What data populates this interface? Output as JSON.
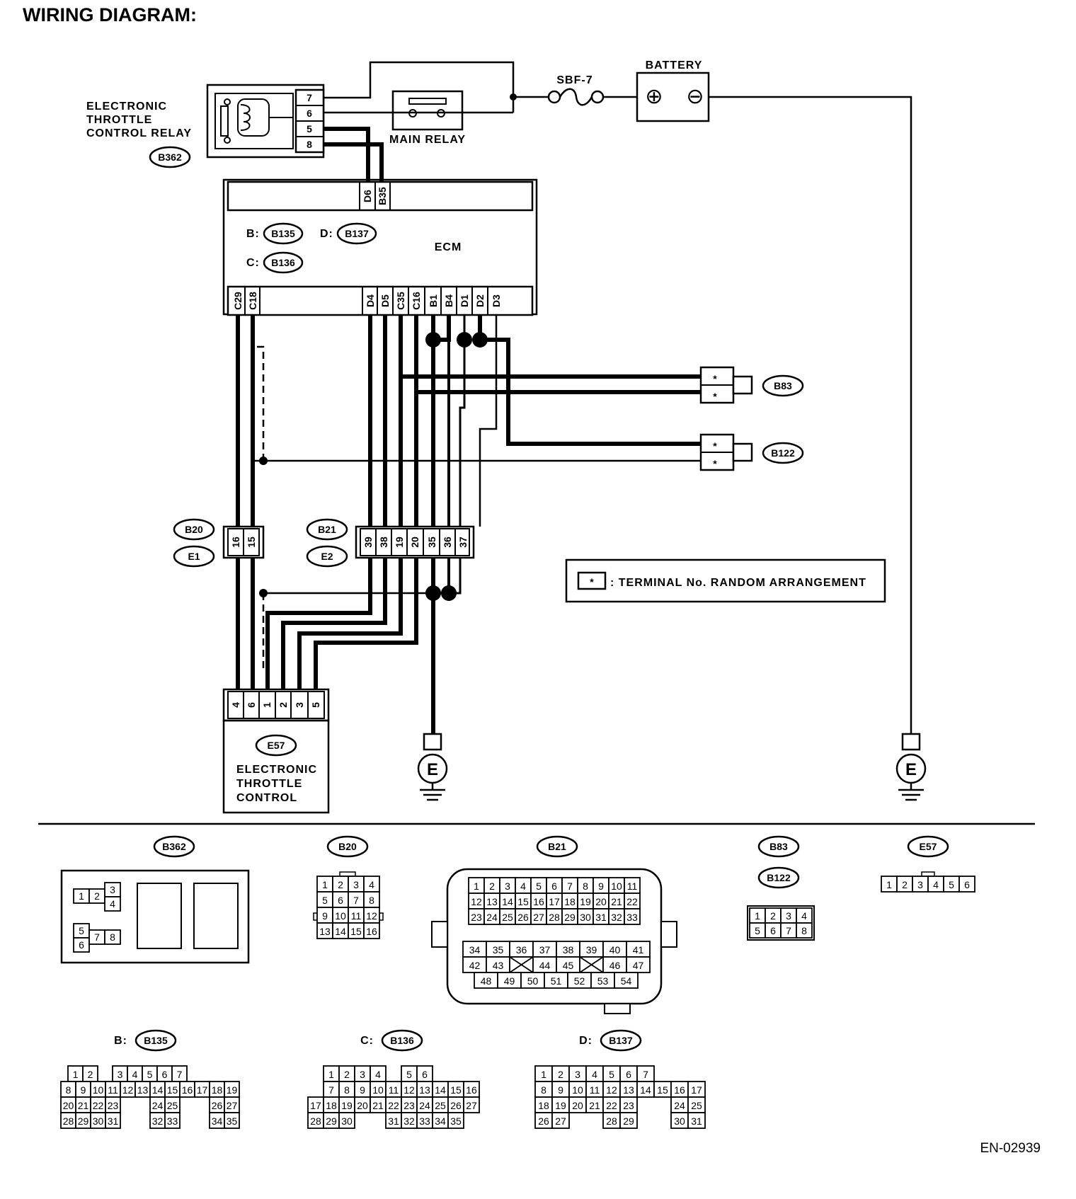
{
  "title": "WIRING DIAGRAM:",
  "figure_id": "EN-02939",
  "components": {
    "throttle_relay": {
      "name_lines": [
        "ELECTRONIC",
        "THROTTLE",
        "CONTROL RELAY"
      ],
      "connector": "B362",
      "pins": [
        "7",
        "6",
        "5",
        "8"
      ]
    },
    "main_relay": "MAIN RELAY",
    "fuse": "SBF-7",
    "battery": {
      "label": "BATTERY",
      "plus": "⊕",
      "minus": "⊖"
    },
    "ecm": {
      "name": "ECM",
      "top_pins": [
        "D6",
        "B35"
      ],
      "bottom_pins": [
        "C29",
        "C18",
        "D4",
        "D5",
        "C35",
        "C16",
        "B1",
        "B4",
        "D1",
        "D2",
        "D3"
      ],
      "connectors": [
        {
          "prefix": "B:",
          "id": "B135"
        },
        {
          "prefix": "D:",
          "id": "B137"
        },
        {
          "prefix": "C:",
          "id": "B136"
        }
      ]
    },
    "b20_e1": {
      "ids": [
        "B20",
        "E1"
      ],
      "pins": [
        "16",
        "15"
      ]
    },
    "b21_e2": {
      "ids": [
        "B21",
        "E2"
      ],
      "pins": [
        "39",
        "38",
        "19",
        "20",
        "35",
        "36",
        "37"
      ]
    },
    "b83": {
      "id": "B83",
      "pins": [
        "*",
        "*"
      ]
    },
    "b122": {
      "id": "B122",
      "pins": [
        "*",
        "*"
      ]
    },
    "throttle": {
      "connector": "E57",
      "name_lines": [
        "ELECTRONIC",
        "THROTTLE",
        "CONTROL"
      ],
      "pins": [
        "4",
        "6",
        "1",
        "2",
        "3",
        "5"
      ]
    },
    "ground": "E",
    "legend": {
      "symbol": "*",
      "text": ": TERMINAL No. RANDOM ARRANGEMENT"
    }
  },
  "connector_views": {
    "b362": {
      "id": "B362",
      "pins": [
        "1",
        "2",
        "3",
        "4",
        "5",
        "6",
        "7",
        "8"
      ]
    },
    "b20": {
      "id": "B20",
      "rows": [
        [
          "1",
          "2",
          "3",
          "4"
        ],
        [
          "5",
          "6",
          "7",
          "8"
        ],
        [
          "9",
          "10",
          "11",
          "12"
        ],
        [
          "13",
          "14",
          "15",
          "16"
        ]
      ]
    },
    "b21": {
      "id": "B21",
      "upper": [
        [
          "1",
          "2",
          "3",
          "4",
          "5",
          "6",
          "7",
          "8",
          "9",
          "10",
          "11"
        ],
        [
          "12",
          "13",
          "14",
          "15",
          "16",
          "17",
          "18",
          "19",
          "20",
          "21",
          "22"
        ],
        [
          "23",
          "24",
          "25",
          "26",
          "27",
          "28",
          "29",
          "30",
          "31",
          "32",
          "33"
        ]
      ],
      "lower": [
        [
          "34",
          "35",
          "36",
          "37",
          "38",
          "39",
          "40",
          "41"
        ],
        [
          "42",
          "43",
          "X",
          "44",
          "45",
          "X",
          "46",
          "47"
        ],
        [
          "48",
          "49",
          "50",
          "51",
          "52",
          "53",
          "54"
        ]
      ]
    },
    "b83_b122": {
      "ids": [
        "B83",
        "B122"
      ],
      "rows": [
        [
          "1",
          "2",
          "3",
          "4"
        ],
        [
          "5",
          "6",
          "7",
          "8"
        ]
      ]
    },
    "e57": {
      "id": "E57",
      "pins": [
        "1",
        "2",
        "3",
        "4",
        "5",
        "6"
      ]
    },
    "b135": {
      "prefix": "B:",
      "id": "B135",
      "rows": [
        [
          "1",
          "2",
          "",
          "3",
          "4",
          "5",
          "6",
          "7"
        ],
        [
          "8",
          "9",
          "10",
          "11",
          "12",
          "13",
          "14",
          "15",
          "16",
          "17",
          "18",
          "19"
        ],
        [
          "20",
          "21",
          "22",
          "23",
          "",
          "",
          "24",
          "25",
          "",
          "",
          "26",
          "27"
        ],
        [
          "28",
          "29",
          "30",
          "31",
          "",
          "",
          "32",
          "33",
          "",
          "",
          "34",
          "35"
        ]
      ]
    },
    "b136": {
      "prefix": "C:",
      "id": "B136",
      "rows": [
        [
          "1",
          "2",
          "3",
          "4",
          "",
          "5",
          "6"
        ],
        [
          "7",
          "8",
          "9",
          "10",
          "11",
          "12",
          "13",
          "14",
          "15",
          "16"
        ],
        [
          "17",
          "18",
          "19",
          "20",
          "21",
          "22",
          "23",
          "24",
          "25",
          "26",
          "27"
        ],
        [
          "28",
          "29",
          "30",
          "",
          "",
          "31",
          "32",
          "33",
          "34",
          "35"
        ]
      ]
    },
    "b137": {
      "prefix": "D:",
      "id": "B137",
      "rows": [
        [
          "1",
          "2",
          "3",
          "4",
          "5",
          "6",
          "7"
        ],
        [
          "8",
          "9",
          "10",
          "11",
          "12",
          "13",
          "14",
          "15",
          "16",
          "17"
        ],
        [
          "18",
          "19",
          "20",
          "21",
          "22",
          "23",
          "",
          "",
          "24",
          "25"
        ],
        [
          "26",
          "27",
          "",
          "",
          "28",
          "29",
          "",
          "",
          "30",
          "31"
        ]
      ]
    }
  }
}
